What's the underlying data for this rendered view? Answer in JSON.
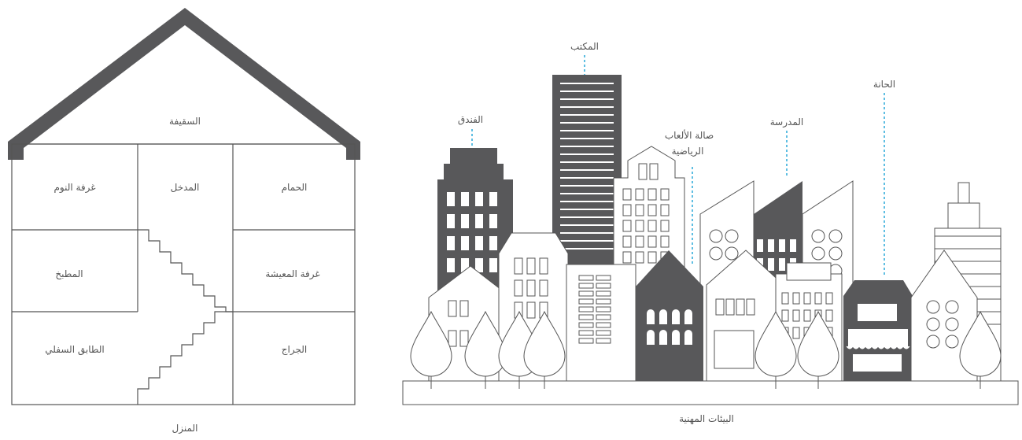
{
  "colors": {
    "outline": "#555555",
    "dark_fill": "#58585a",
    "leader": "#29a8d8",
    "background": "#ffffff"
  },
  "house": {
    "caption": "المنزل",
    "rooms": {
      "attic": "السقيفة",
      "bedroom": "غرفة النوم",
      "entrance": "المدخل",
      "bathroom": "الحمام",
      "kitchen": "المطبخ",
      "living_room": "غرفة المعيشة",
      "basement": "الطابق السفلي",
      "garage": "الجراج"
    }
  },
  "city": {
    "caption": "البيئات المهنية",
    "buildings": {
      "office": "المكتب",
      "hotel": "الفندق",
      "gym_line1": "صالة الألعاب",
      "gym_line2": "الرياضية",
      "school": "المدرسة",
      "bar": "الحانة"
    }
  }
}
